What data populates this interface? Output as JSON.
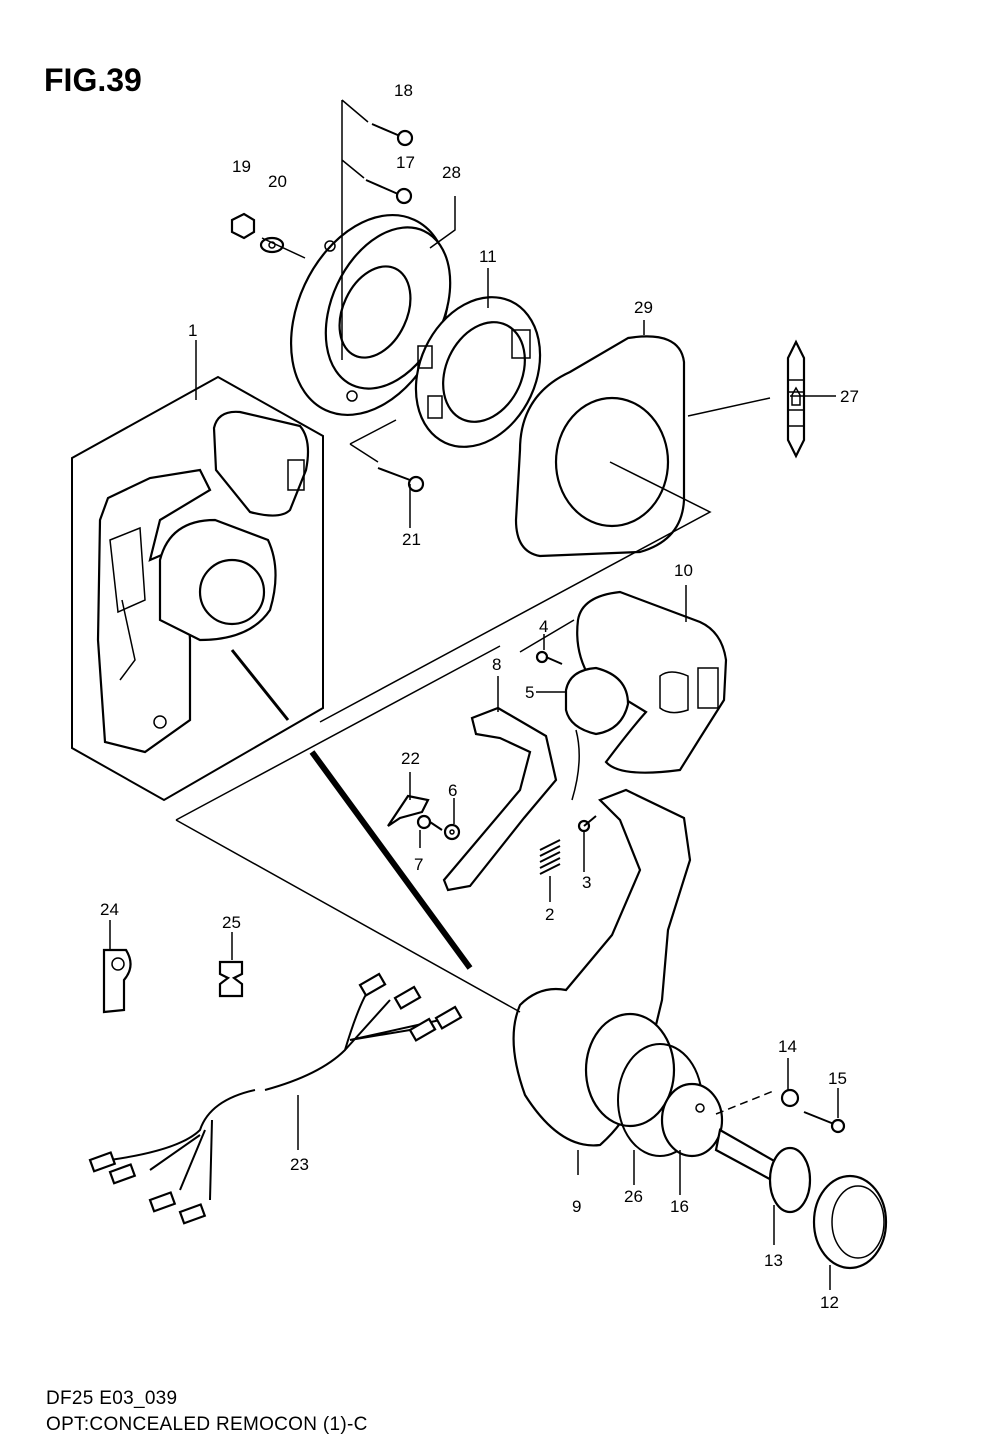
{
  "figure": {
    "title": "FIG.39",
    "model_code": "DF25 E03_039",
    "caption": "OPT:CONCEALED REMOCON (1)-C"
  },
  "parts": [
    {
      "id": "1",
      "label": "1"
    },
    {
      "id": "2",
      "label": "2"
    },
    {
      "id": "3",
      "label": "3"
    },
    {
      "id": "4",
      "label": "4"
    },
    {
      "id": "5",
      "label": "5"
    },
    {
      "id": "6",
      "label": "6"
    },
    {
      "id": "7",
      "label": "7"
    },
    {
      "id": "8",
      "label": "8"
    },
    {
      "id": "9",
      "label": "9"
    },
    {
      "id": "10",
      "label": "10"
    },
    {
      "id": "11",
      "label": "11"
    },
    {
      "id": "12",
      "label": "12"
    },
    {
      "id": "13",
      "label": "13"
    },
    {
      "id": "14",
      "label": "14"
    },
    {
      "id": "15",
      "label": "15"
    },
    {
      "id": "16",
      "label": "16"
    },
    {
      "id": "17",
      "label": "17"
    },
    {
      "id": "18",
      "label": "18"
    },
    {
      "id": "19",
      "label": "19"
    },
    {
      "id": "20",
      "label": "20"
    },
    {
      "id": "21",
      "label": "21"
    },
    {
      "id": "22",
      "label": "22"
    },
    {
      "id": "23",
      "label": "23"
    },
    {
      "id": "24",
      "label": "24"
    },
    {
      "id": "25",
      "label": "25"
    },
    {
      "id": "26",
      "label": "26"
    },
    {
      "id": "27",
      "label": "27"
    },
    {
      "id": "28",
      "label": "28"
    },
    {
      "id": "29",
      "label": "29"
    }
  ]
}
